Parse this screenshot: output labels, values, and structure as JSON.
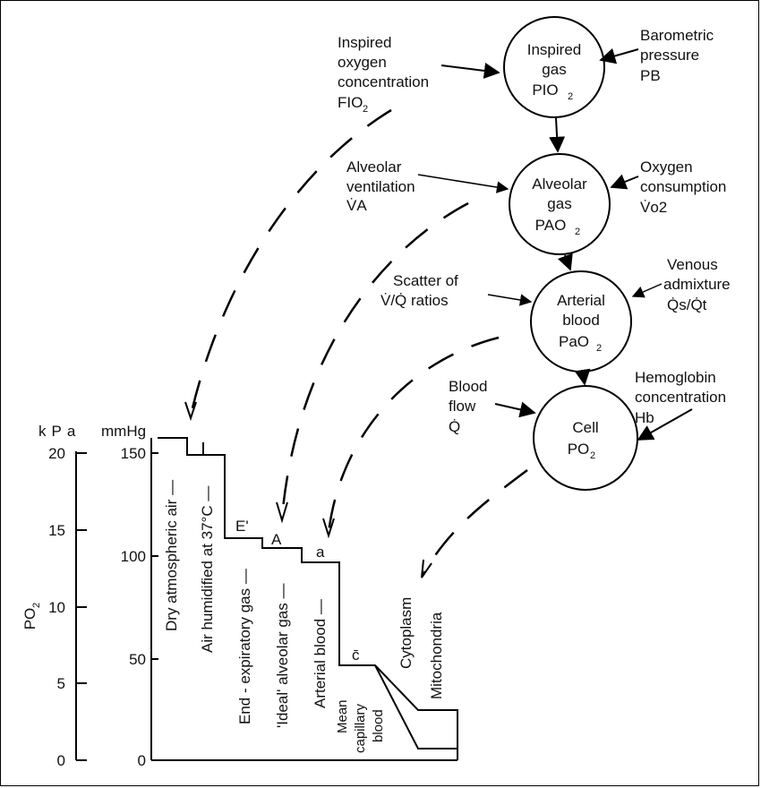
{
  "nodes": {
    "inspired": {
      "l1": "Inspired",
      "l2": "gas",
      "l3_main": "PIO",
      "l3_sub": "2"
    },
    "alveolar": {
      "l1": "Alveolar",
      "l2": "gas",
      "l3_main": "PAO",
      "l3_sub": "2"
    },
    "arterial": {
      "l1": "Arterial",
      "l2": "blood",
      "l3_main": "PaO",
      "l3_sub": "2"
    },
    "cell": {
      "l1": "Cell",
      "l2_main": "PO",
      "l2_sub": "2"
    }
  },
  "inputs": {
    "fio2": {
      "l1": "Inspired",
      "l2": "oxygen",
      "l3": "concentration",
      "l4_main": "FIO",
      "l4_sub": "2"
    },
    "pb": {
      "l1": "Barometric",
      "l2": "pressure",
      "l3": "PB"
    },
    "va": {
      "l1": "Alveolar",
      "l2": "ventilation",
      "l3": "V̇A"
    },
    "vo2": {
      "l1": "Oxygen",
      "l2": "consumption",
      "l3": "V̇o2"
    },
    "vq": {
      "l1": "Scatter of",
      "l2": "V̇/Q̇ ratios"
    },
    "venous": {
      "l1": "Venous",
      "l2": "admixture",
      "l3": "Q̇s/Q̇t"
    },
    "flow": {
      "l1": "Blood",
      "l2": "flow",
      "l3": "Q̇"
    },
    "hb": {
      "l1": "Hemoglobin",
      "l2": "concentration",
      "l3": "Hb"
    }
  },
  "cascade": {
    "axis_title_main": "PO",
    "axis_title_sub": "2",
    "unit_kpa": "kPa",
    "unit_mmhg": "mmHg",
    "kpa_ticks": [
      "20",
      "15",
      "10",
      "5",
      "0"
    ],
    "mmhg_ticks": [
      "150",
      "100",
      "50",
      "0"
    ],
    "stage_labels": {
      "dry_air": "Dry atmospheric air —",
      "humidified": "Air humidified at 37°C —",
      "end_expiratory": "End - expiratory gas —",
      "ideal_alveolar": "'Ideal' alveolar gas —",
      "arterial": "Arterial blood —",
      "mean_capillary_1": "Mean",
      "mean_capillary_2": "capillary",
      "mean_capillary_3": "blood",
      "cytoplasm": "Cytoplasm",
      "mitochondria": "Mitochondria"
    },
    "step_markers": {
      "e_prime": "E'",
      "a_alveolar": "A",
      "a_arterial": "a",
      "c_bar": "c̄"
    }
  }
}
